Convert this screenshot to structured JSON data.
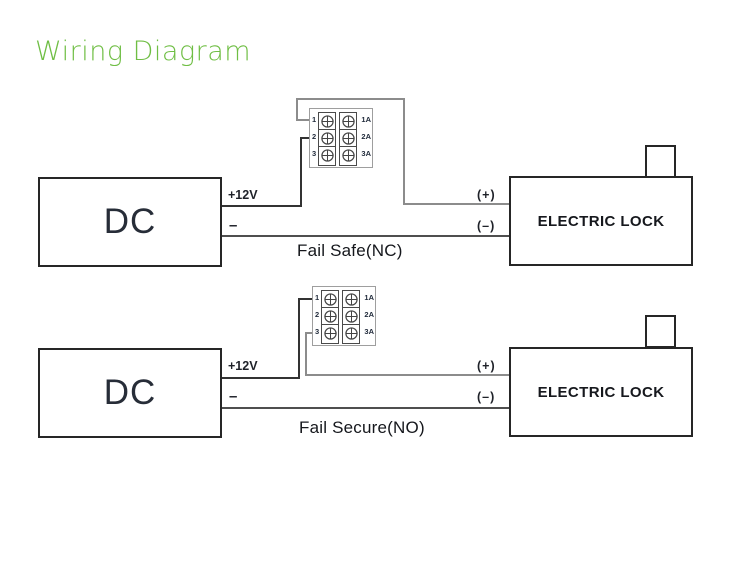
{
  "title": {
    "text": "Wiring Diagram",
    "color": "#6fbe44"
  },
  "colors": {
    "box_border": "#262626",
    "wire_dark": "#333333",
    "wire_light": "#8c8c8c"
  },
  "diagrams": [
    {
      "id": "fail-safe",
      "caption": "Fail Safe(NC)",
      "source_label": "DC",
      "lock_label": "ELECTRIC LOCK",
      "positive_label": "+12V",
      "negative_label": "–",
      "lock_positive_label": "(+)",
      "lock_negative_label": "(–)",
      "terminal": {
        "left": [
          "1",
          "2",
          "3"
        ],
        "right": [
          "1A",
          "2A",
          "3A"
        ]
      }
    },
    {
      "id": "fail-secure",
      "caption": "Fail Secure(NO)",
      "source_label": "DC",
      "lock_label": "ELECTRIC LOCK",
      "positive_label": "+12V",
      "negative_label": "–",
      "lock_positive_label": "(+)",
      "lock_negative_label": "(–)",
      "terminal": {
        "left": [
          "1",
          "2",
          "3"
        ],
        "right": [
          "1A",
          "2A",
          "3A"
        ]
      }
    }
  ]
}
